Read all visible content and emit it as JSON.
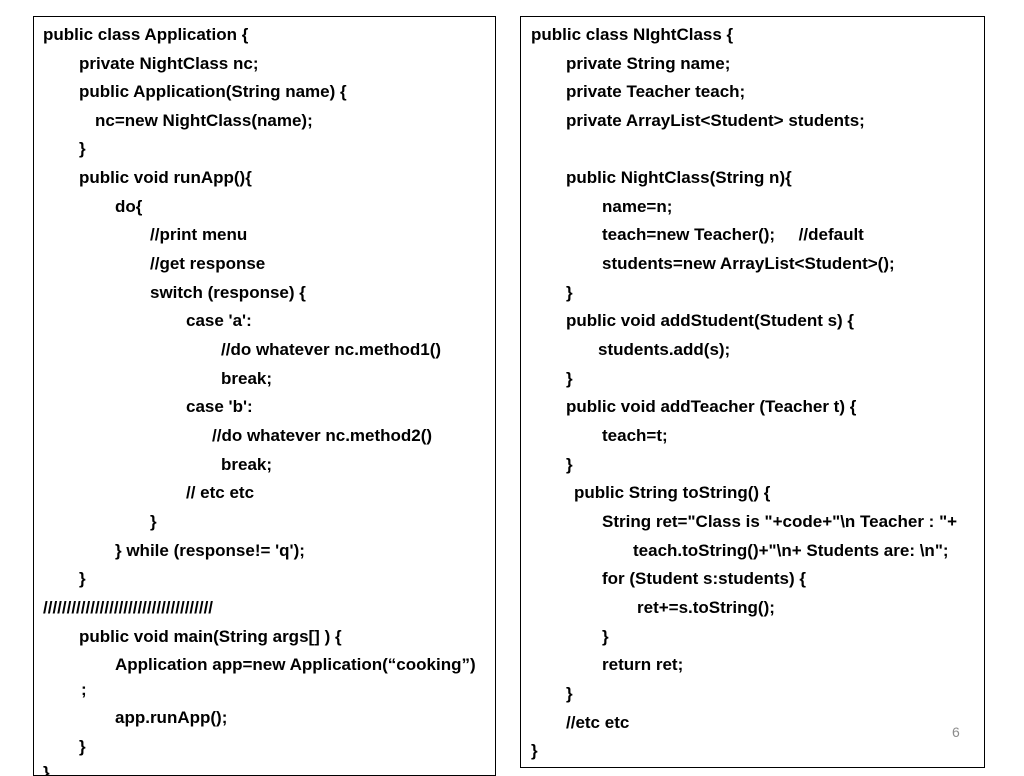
{
  "slide": {
    "page_number": "6",
    "left_panel": {
      "lines": [
        "public class Application {",
        "private NightClass nc;",
        "public Application(String name) {",
        "nc=new NightClass(name);",
        "}",
        "public void runApp(){",
        "do{",
        "//print menu",
        "//get response",
        "switch (response) {",
        "case 'a':",
        "//do whatever nc.method1()",
        "break;",
        "case 'b':",
        "//do whatever nc.method2()",
        "break;",
        "// etc etc",
        "}",
        "} while (response!= 'q');",
        "}",
        "////////////////////////////////////",
        "public void main(String args[] ) {",
        "Application app=new Application(“cooking”)",
        ";",
        "app.runApp();",
        "}",
        "}"
      ]
    },
    "right_panel": {
      "lines": [
        "public class NIghtClass {",
        "private String name;",
        "private Teacher teach;",
        "private ArrayList<Student> students;",
        "public NightClass(String n){",
        "name=n;",
        "teach=new Teacher();     //default",
        "students=new ArrayList<Student>();",
        "}",
        "public void addStudent(Student s) {",
        "students.add(s);",
        "}",
        "public void addTeacher (Teacher t) {",
        "teach=t;",
        "}",
        "public String toString() {",
        "String ret=\"Class is \"+code+\"\\n Teacher : \"+",
        "teach.toString()+\"\\n+ Students are: \\n\";",
        "for (Student s:students) {",
        "ret+=s.toString();",
        "}",
        "return ret;",
        "}",
        "//etc etc",
        "}"
      ]
    }
  }
}
